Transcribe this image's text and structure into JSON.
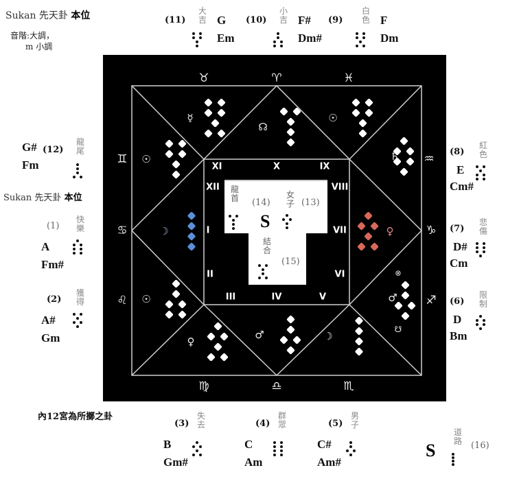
{
  "header": {
    "title_prefix": "Sukan 先天卦",
    "title_bold": "本位",
    "legend_line1": "音階:大調，",
    "legend_line2": "m 小調"
  },
  "side_title": {
    "prefix": "Sukan 先天卦",
    "bold": "本位"
  },
  "footer_note": "內12宮為所擲之卦",
  "outer_figures": [
    {
      "id": "1",
      "num": "(1)",
      "name": "快樂",
      "major": "A",
      "minor": "Fm#",
      "rows": [
        1,
        2,
        2,
        2
      ]
    },
    {
      "id": "2",
      "num": "(2)",
      "name": "獲得",
      "major": "A#",
      "minor": "Gm",
      "rows": [
        2,
        1,
        2,
        1
      ]
    },
    {
      "id": "3",
      "num": "(3)",
      "name": "失去",
      "major": "B",
      "minor": "Gm#",
      "rows": [
        1,
        2,
        1,
        2
      ]
    },
    {
      "id": "4",
      "num": "(4)",
      "name": "群眾",
      "major": "C",
      "minor": "Am",
      "rows": [
        2,
        2,
        2,
        2
      ]
    },
    {
      "id": "5",
      "num": "(5)",
      "name": "男子",
      "major": "C#",
      "minor": "Am#",
      "rows": [
        1,
        1,
        2,
        1
      ]
    },
    {
      "id": "6",
      "num": "(6)",
      "name": "限制",
      "major": "D",
      "minor": "Bm",
      "rows": [
        1,
        2,
        2,
        1
      ]
    },
    {
      "id": "7",
      "num": "(7)",
      "name": "悲傷",
      "major": "D#",
      "minor": "Cm",
      "rows": [
        2,
        2,
        2,
        1
      ]
    },
    {
      "id": "8",
      "num": "(8)",
      "name": "紅色",
      "major": "E",
      "minor": "Cm#",
      "rows": [
        2,
        1,
        2,
        2
      ]
    },
    {
      "id": "9",
      "num": "(9)",
      "name": "白色",
      "major": "F",
      "minor": "Dm",
      "rows": [
        2,
        2,
        1,
        2
      ]
    },
    {
      "id": "10",
      "num": "(10)",
      "name": "小吉",
      "major": "F#",
      "minor": "Dm#",
      "rows": [
        1,
        1,
        2,
        2
      ]
    },
    {
      "id": "11",
      "num": "(11)",
      "name": "大吉",
      "major": "G",
      "minor": "Em",
      "rows": [
        2,
        2,
        1,
        1
      ]
    },
    {
      "id": "12",
      "num": "(12)",
      "name": "龍尾",
      "major": "G#",
      "minor": "Fm",
      "rows": [
        1,
        1,
        1,
        2
      ]
    },
    {
      "id": "16",
      "num": "(16)",
      "name": "道路",
      "major": "S",
      "minor": "",
      "rows": [
        1,
        1,
        1,
        1
      ]
    }
  ],
  "inner_figures": [
    {
      "id": "14",
      "num": "(14)",
      "name": "龍首",
      "rows": [
        2,
        1,
        1,
        1
      ]
    },
    {
      "id": "13",
      "num": "(13)",
      "name": "女子",
      "rows": [
        1,
        2,
        1,
        1
      ]
    },
    {
      "id": "15",
      "num": "(15)",
      "name": "結合",
      "rows": [
        2,
        1,
        1,
        2
      ]
    }
  ],
  "center_S": "S",
  "zodiac": {
    "taurus": "♉",
    "aries": "♈",
    "pisces": "♓",
    "gemini": "♊",
    "aquarius": "♒",
    "cancer": "♋",
    "capricorn": "♑",
    "leo": "♌",
    "sagittarius": "♐",
    "virgo": "♍",
    "libra": "♎",
    "scorpio": "♏"
  },
  "planets": {
    "mercury": "☿",
    "north_node": "☊",
    "sun": "☉",
    "saturn": "♄",
    "moon": "☽",
    "venus": "♀",
    "mars": "♂",
    "part_of_fortune": "⊗",
    "south_node": "☋"
  },
  "houses": [
    "I",
    "II",
    "III",
    "IV",
    "V",
    "VI",
    "VII",
    "VIII",
    "IX",
    "X",
    "XI",
    "XII"
  ],
  "board_figures": [
    {
      "house": "XI",
      "planet": "mercury",
      "rows": [
        2,
        2,
        1,
        2
      ],
      "color": "white"
    },
    {
      "house": "X",
      "planet": "north_node",
      "rows": [
        2,
        1,
        1,
        1
      ],
      "color": "white"
    },
    {
      "house": "IX",
      "planet": "sun",
      "rows": [
        2,
        2,
        1,
        1
      ],
      "color": "white"
    },
    {
      "house": "XII",
      "planet": "sun",
      "rows": [
        2,
        2,
        1,
        1
      ],
      "color": "white"
    },
    {
      "house": "VIII",
      "planet": "saturn",
      "rows": [
        1,
        2,
        2,
        1
      ],
      "color": "white"
    },
    {
      "house": "I",
      "planet": "moon",
      "rows": [
        1,
        1,
        1,
        1
      ],
      "color": "blue"
    },
    {
      "house": "VII",
      "planet": "venus",
      "rows": [
        1,
        2,
        1,
        2
      ],
      "color": "red"
    },
    {
      "house": "II",
      "planet": "sun",
      "rows": [
        1,
        1,
        2,
        2
      ],
      "color": "white"
    },
    {
      "house": "VI",
      "planet": "mars",
      "rows": [
        1,
        1,
        2,
        1
      ],
      "color": "white"
    },
    {
      "house": "III",
      "planet": "venus",
      "rows": [
        1,
        2,
        1,
        2
      ],
      "color": "white"
    },
    {
      "house": "IV",
      "planet": "mars",
      "rows": [
        1,
        1,
        2,
        1
      ],
      "color": "white"
    },
    {
      "house": "V",
      "planet": "moon",
      "rows": [
        1,
        1,
        1,
        1
      ],
      "color": "white"
    }
  ],
  "colors": {
    "board": "#000000",
    "line": "#cfcfcf",
    "blue": "#5b8fd6",
    "red": "#d8685a"
  }
}
